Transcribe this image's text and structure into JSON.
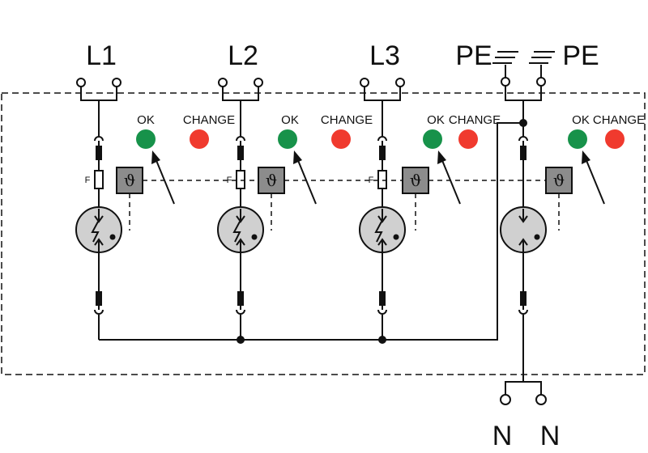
{
  "labels": {
    "l1": "L1",
    "l2": "L2",
    "l3": "L3",
    "pe_left": "PE",
    "pe_right": "PE",
    "n_left": "N",
    "n_right": "N"
  },
  "modules": [
    {
      "ok": "OK",
      "change": "CHANGE",
      "fuse": "F",
      "thermal": "ϑ"
    },
    {
      "ok": "OK",
      "change": "CHANGE",
      "fuse": "F",
      "thermal": "ϑ"
    },
    {
      "ok": "OK",
      "change": "CHANGE",
      "fuse": "F",
      "thermal": "ϑ"
    },
    {
      "ok": "OK",
      "change": "CHANGE",
      "thermal": "ϑ"
    }
  ],
  "colors": {
    "ok_lamp": "#17924a",
    "change_lamp": "#f03a2e",
    "thermal_box": "#8c8c8c",
    "arrester": "#d0d0d0"
  }
}
